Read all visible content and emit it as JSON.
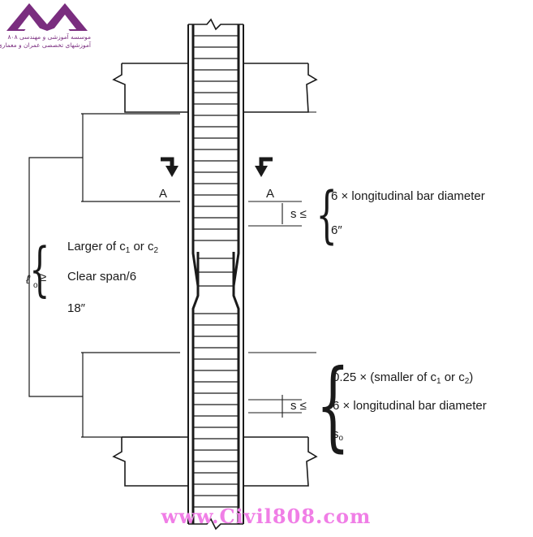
{
  "logo": {
    "line1": "موسسه آموزشی و مهندسی ۸۰۸",
    "line2": "آموزشهای تخصصی عمران و معماری"
  },
  "section_marks": {
    "left": "A",
    "right": "A"
  },
  "left_formula": {
    "symbol": "ℓ",
    "symbol_sub": "o",
    "relation": "≥",
    "items": [
      {
        "text": "Larger of c",
        "sub1": "1",
        "mid": " or c",
        "sub2": "2"
      },
      {
        "text": "Clear span/6"
      },
      {
        "text": "18″"
      }
    ]
  },
  "top_spacing": {
    "symbol": "s ≤",
    "items": [
      "6 × longitudinal bar diameter",
      "6″"
    ]
  },
  "bottom_spacing": {
    "symbol": "s ≤",
    "items": [
      {
        "text": "0.25 × (smaller of c",
        "sub1": "1",
        "mid": " or c",
        "sub2": "2",
        "end": ")"
      },
      {
        "text": "6 × longitudinal bar diameter"
      },
      {
        "text": "s",
        "sub1": "o"
      }
    ]
  },
  "watermark": "www.Civil808.com",
  "colors": {
    "line": "#1a1a1a",
    "logo": "#7a2d7f",
    "watermark": "#f07ee6"
  }
}
